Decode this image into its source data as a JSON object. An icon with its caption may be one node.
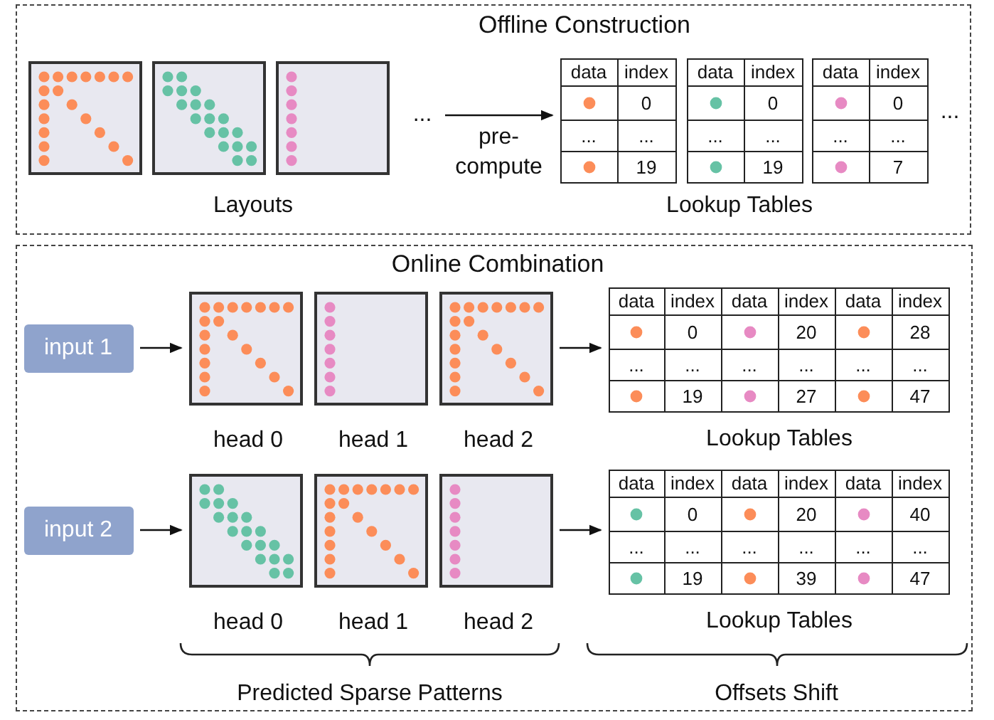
{
  "diagram": {
    "nodes": [
      {
        "text": [
          "Offline Construction"
        ]
      },
      {
        "text": [],
        "shape": "box",
        "in": 0
      },
      {
        "text": [],
        "shape": "box",
        "in": 0
      },
      {
        "text": [],
        "shape": "box",
        "in": 0
      },
      {
        "text": [
          "data",
          "index",
          "0",
          "...",
          "...",
          "19"
        ],
        "in": 0
      },
      {
        "text": [
          "data",
          "index",
          "0",
          "...",
          "...",
          "19"
        ],
        "in": 0
      },
      {
        "text": [
          "data",
          "index",
          "0",
          "...",
          "...",
          "7"
        ],
        "in": 0
      },
      {
        "text": [
          "Online Combination"
        ]
      },
      {
        "text": [
          "input 1"
        ],
        "in": 7
      },
      {
        "text": [],
        "shape": "box",
        "in": 7,
        "beside": [
          "head 0"
        ]
      },
      {
        "text": [],
        "shape": "box",
        "in": 7,
        "beside": [
          "head 1"
        ]
      },
      {
        "text": [],
        "shape": "box",
        "in": 7,
        "beside": [
          "head 2"
        ]
      },
      {
        "text": [
          "data",
          "index",
          "data",
          "index",
          "data",
          "index",
          "0",
          "20",
          "28",
          "...",
          "...",
          "...",
          "...",
          "...",
          "...",
          "19",
          "27",
          "47"
        ],
        "in": 7
      },
      {
        "text": [
          "input 2"
        ],
        "in": 7
      },
      {
        "text": [],
        "shape": "box",
        "in": 7,
        "beside": [
          "head 0"
        ]
      },
      {
        "text": [],
        "shape": "box",
        "in": 7,
        "beside": [
          "head 1"
        ]
      },
      {
        "text": [],
        "shape": "box",
        "in": 7,
        "beside": [
          "head 2"
        ]
      },
      {
        "text": [
          "data",
          "index",
          "data",
          "index",
          "data",
          "index",
          "0",
          "20",
          "40",
          "...",
          "...",
          "...",
          "...",
          "...",
          "...",
          "19",
          "39",
          "47"
        ],
        "in": 7
      }
    ],
    "edges": [
      {
        "from": null,
        "to": 4,
        "arrow": "to",
        "label": "pre-compute"
      },
      {
        "from": 8,
        "to": 9,
        "arrow": "to"
      },
      {
        "from": 11,
        "to": 12,
        "arrow": "to"
      },
      {
        "from": 13,
        "to": 14,
        "arrow": "to"
      },
      {
        "from": 16,
        "to": 17,
        "arrow": "to"
      }
    ],
    "labels": [
      "...",
      "Layouts",
      "...",
      "Lookup Tables",
      "Lookup Tables",
      "Lookup Tables",
      "Predicted Sparse Patterns",
      "Offsets Shift"
    ]
  }
}
